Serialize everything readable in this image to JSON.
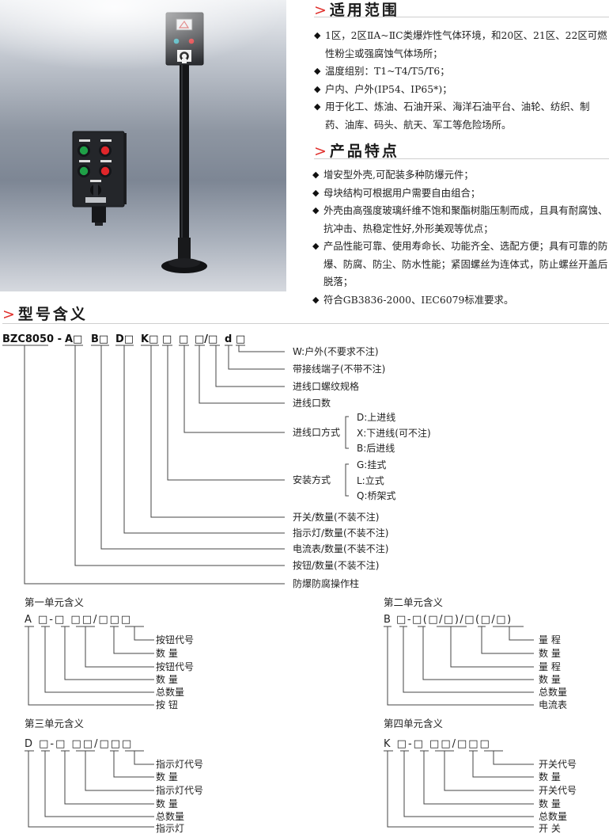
{
  "scope": {
    "title_arrow": ">",
    "title": "适用范围",
    "items": [
      "1区，2区ⅡA~ⅡC类爆炸性气体环境，和20区、21区、22区可燃性粉尘或强腐蚀气体场所；",
      "温度组别：T1~T4/T5/T6；",
      "户内、户外(IP54、IP65*)；",
      "用于化工、炼油、石油开采、海洋石油平台、油轮、纺织、制药、油库、码头、航天、军工等危险场所。"
    ]
  },
  "features": {
    "title_arrow": ">",
    "title": "产品特点",
    "items": [
      "增安型外壳,可配装多种防爆元件；",
      "母块结构可根据用户需要自由组合；",
      "外壳由高强度玻璃纤维不饱和聚酯树脂压制而成，且具有耐腐蚀、抗冲击、热稳定性好,外形美观等优点；",
      "产品性能可靠、使用寿命长、功能齐全、选配方便；具有可靠的防爆、防腐、防尘、防水性能；紧固螺丝为连体式，防止螺丝开盖后脱落；",
      "符合GB3836-2000、IEC6079标准要求。"
    ]
  },
  "model": {
    "title_arrow": ">",
    "title": "型号含义",
    "code_segments": [
      "BZC8050 -",
      "A□",
      "B□",
      "D□",
      "K□",
      "□",
      "□",
      "□/□",
      "d",
      "□"
    ],
    "labels": [
      "W:户外(不要求不注)",
      "带接线端子(不带不注)",
      "进线口螺纹规格",
      "进线口数",
      "进线口方式",
      "安装方式",
      "开关/数量(不装不注)",
      "指示灯/数量(不装不注)",
      "电流表/数量(不装不注)",
      "按钮/数量(不装不注)",
      "防爆防腐操作柱"
    ],
    "entry_options": [
      "D:上进线",
      "X:下进线(可不注)",
      "B:后进线"
    ],
    "mount_options": [
      "G:挂式",
      "L:立式",
      "Q:桥架式"
    ]
  },
  "units": [
    {
      "title": "第一单元含义",
      "code": "A □-□ □□/□□□",
      "labels": [
        "按钮代号",
        "数  量",
        "按钮代号",
        "数  量",
        "总数量",
        "按  钮"
      ]
    },
    {
      "title": "第二单元含义",
      "code": "B □-□(□/□)/□(□/□)",
      "labels": [
        "量  程",
        "数  量",
        "量  程",
        "数  量",
        "总数量",
        "电流表"
      ]
    },
    {
      "title": "第三单元含义",
      "code": "D □-□ □□/□□□",
      "labels": [
        "指示灯代号",
        "数  量",
        "指示灯代号",
        "数  量",
        "总数量",
        "指示灯"
      ]
    },
    {
      "title": "第四单元含义",
      "code": "K □-□ □□/□□□",
      "labels": [
        "开关代号",
        "数  量",
        "开关代号",
        "数  量",
        "总数量",
        "开  关"
      ]
    }
  ],
  "colors": {
    "accent_arrow": "#e0302c",
    "line": "#444444",
    "button_green": "#1fa047",
    "button_red": "#e0262a",
    "indicator_teal": "#2aa7b4"
  }
}
